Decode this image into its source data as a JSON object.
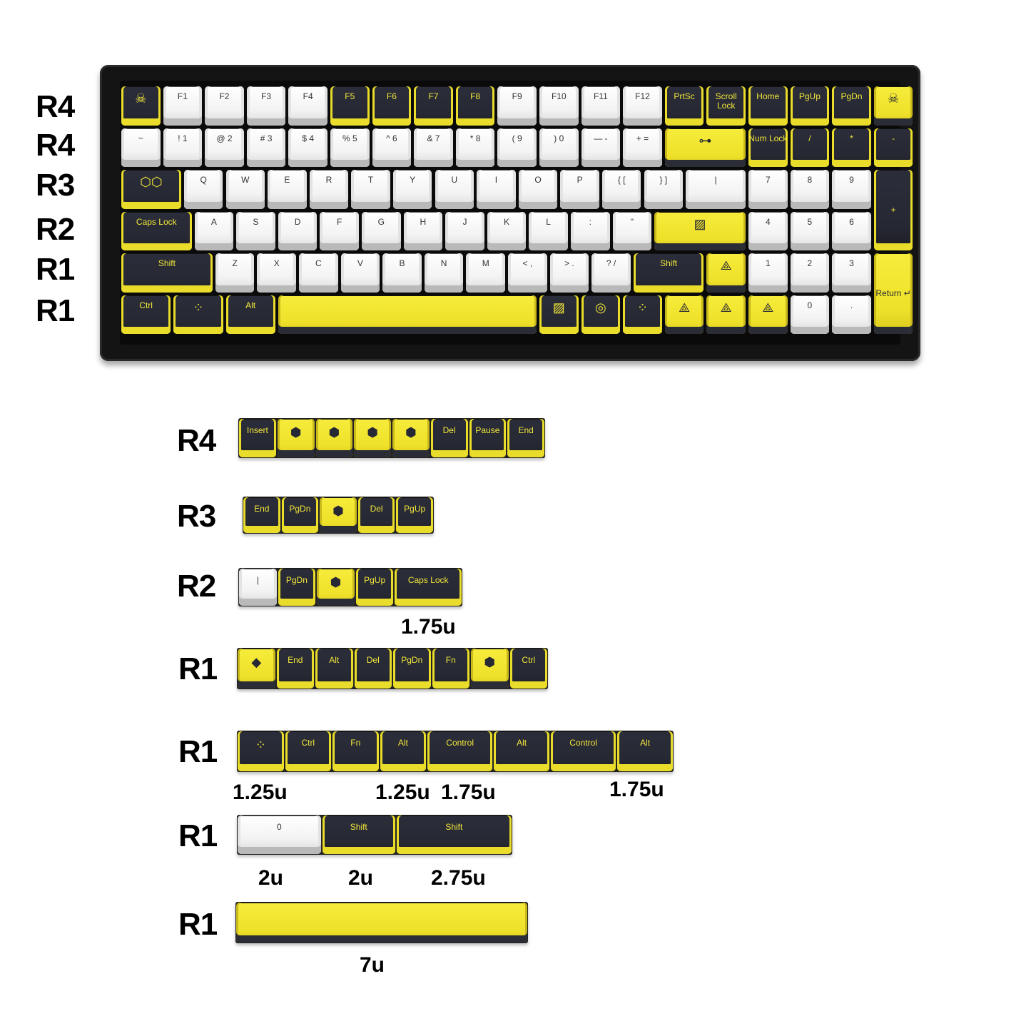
{
  "keyboard_rows": [
    "R4",
    "R4",
    "R3",
    "R2",
    "R1",
    "R1"
  ],
  "extra_rows": [
    "R4",
    "R3",
    "R2",
    "R1",
    "R1",
    "R1",
    "R1"
  ],
  "sizes": {
    "caps": "1.75u",
    "r1a": "1.25u",
    "r1b": "1.25u",
    "r1c": "1.75u",
    "r1d": "1.75u",
    "zero": "2u",
    "shift2": "2u",
    "shift275": "2.75u",
    "space": "7u"
  },
  "colors": {
    "yellow": "#efe12a",
    "navy": "#262833",
    "white": "#f3f3f3",
    "case": "#141414"
  },
  "keyboard_keys": [
    {
      "r": 0,
      "x": 0,
      "w": 1,
      "s": "d",
      "t": "skull-icon"
    },
    {
      "r": 0,
      "x": 1,
      "w": 1,
      "s": "w",
      "t": "F1"
    },
    {
      "r": 0,
      "x": 2,
      "w": 1,
      "s": "w",
      "t": "F2"
    },
    {
      "r": 0,
      "x": 3,
      "w": 1,
      "s": "w",
      "t": "F3"
    },
    {
      "r": 0,
      "x": 4,
      "w": 1,
      "s": "w",
      "t": "F4"
    },
    {
      "r": 0,
      "x": 5,
      "w": 1,
      "s": "d",
      "t": "F5"
    },
    {
      "r": 0,
      "x": 6,
      "w": 1,
      "s": "d",
      "t": "F6"
    },
    {
      "r": 0,
      "x": 7,
      "w": 1,
      "s": "d",
      "t": "F7"
    },
    {
      "r": 0,
      "x": 8,
      "w": 1,
      "s": "d",
      "t": "F8"
    },
    {
      "r": 0,
      "x": 9,
      "w": 1,
      "s": "w",
      "t": "F9"
    },
    {
      "r": 0,
      "x": 10,
      "w": 1,
      "s": "w",
      "t": "F10"
    },
    {
      "r": 0,
      "x": 11,
      "w": 1,
      "s": "w",
      "t": "F11"
    },
    {
      "r": 0,
      "x": 12,
      "w": 1,
      "s": "w",
      "t": "F12"
    },
    {
      "r": 0,
      "x": 13,
      "w": 1,
      "s": "d",
      "t": "PrtSc"
    },
    {
      "r": 0,
      "x": 14,
      "w": 1,
      "s": "d",
      "t": "Scroll Lock"
    },
    {
      "r": 0,
      "x": 15,
      "w": 1,
      "s": "d",
      "t": "Home"
    },
    {
      "r": 0,
      "x": 16,
      "w": 1,
      "s": "d",
      "t": "PgUp"
    },
    {
      "r": 0,
      "x": 17,
      "w": 1,
      "s": "d",
      "t": "PgDn"
    },
    {
      "r": 0,
      "x": 18,
      "w": 1,
      "s": "y",
      "t": "skull-icon"
    },
    {
      "r": 1,
      "x": 0,
      "w": 1,
      "s": "w",
      "t": "~"
    },
    {
      "r": 1,
      "x": 1,
      "w": 1,
      "s": "w",
      "t": "! 1"
    },
    {
      "r": 1,
      "x": 2,
      "w": 1,
      "s": "w",
      "t": "@ 2"
    },
    {
      "r": 1,
      "x": 3,
      "w": 1,
      "s": "w",
      "t": "# 3"
    },
    {
      "r": 1,
      "x": 4,
      "w": 1,
      "s": "w",
      "t": "$ 4"
    },
    {
      "r": 1,
      "x": 5,
      "w": 1,
      "s": "w",
      "t": "% 5"
    },
    {
      "r": 1,
      "x": 6,
      "w": 1,
      "s": "w",
      "t": "^ 6"
    },
    {
      "r": 1,
      "x": 7,
      "w": 1,
      "s": "w",
      "t": "& 7"
    },
    {
      "r": 1,
      "x": 8,
      "w": 1,
      "s": "w",
      "t": "* 8"
    },
    {
      "r": 1,
      "x": 9,
      "w": 1,
      "s": "w",
      "t": "( 9"
    },
    {
      "r": 1,
      "x": 10,
      "w": 1,
      "s": "w",
      "t": ") 0"
    },
    {
      "r": 1,
      "x": 11,
      "w": 1,
      "s": "w",
      "t": "— -"
    },
    {
      "r": 1,
      "x": 12,
      "w": 1,
      "s": "w",
      "t": "+ ="
    },
    {
      "r": 1,
      "x": 13,
      "w": 2,
      "s": "y",
      "t": "key-icon"
    },
    {
      "r": 1,
      "x": 15,
      "w": 1,
      "s": "d",
      "t": "Num Lock"
    },
    {
      "r": 1,
      "x": 16,
      "w": 1,
      "s": "d",
      "t": "/"
    },
    {
      "r": 1,
      "x": 17,
      "w": 1,
      "s": "d",
      "t": "*"
    },
    {
      "r": 1,
      "x": 18,
      "w": 1,
      "s": "d",
      "t": "-"
    },
    {
      "r": 2,
      "x": 0,
      "w": 1.5,
      "s": "d",
      "t": "hex-icon"
    },
    {
      "r": 2,
      "x": 1.5,
      "w": 1,
      "s": "w",
      "t": "Q"
    },
    {
      "r": 2,
      "x": 2.5,
      "w": 1,
      "s": "w",
      "t": "W"
    },
    {
      "r": 2,
      "x": 3.5,
      "w": 1,
      "s": "w",
      "t": "E"
    },
    {
      "r": 2,
      "x": 4.5,
      "w": 1,
      "s": "w",
      "t": "R"
    },
    {
      "r": 2,
      "x": 5.5,
      "w": 1,
      "s": "w",
      "t": "T"
    },
    {
      "r": 2,
      "x": 6.5,
      "w": 1,
      "s": "w",
      "t": "Y"
    },
    {
      "r": 2,
      "x": 7.5,
      "w": 1,
      "s": "w",
      "t": "U"
    },
    {
      "r": 2,
      "x": 8.5,
      "w": 1,
      "s": "w",
      "t": "I"
    },
    {
      "r": 2,
      "x": 9.5,
      "w": 1,
      "s": "w",
      "t": "O"
    },
    {
      "r": 2,
      "x": 10.5,
      "w": 1,
      "s": "w",
      "t": "P"
    },
    {
      "r": 2,
      "x": 11.5,
      "w": 1,
      "s": "w",
      "t": "{ ["
    },
    {
      "r": 2,
      "x": 12.5,
      "w": 1,
      "s": "w",
      "t": "} ]"
    },
    {
      "r": 2,
      "x": 13.5,
      "w": 1.5,
      "s": "w",
      "t": "|"
    },
    {
      "r": 2,
      "x": 15,
      "w": 1,
      "s": "w",
      "t": "7"
    },
    {
      "r": 2,
      "x": 16,
      "w": 1,
      "s": "w",
      "t": "8"
    },
    {
      "r": 2,
      "x": 17,
      "w": 1,
      "s": "w",
      "t": "9"
    },
    {
      "r": 3,
      "x": 0,
      "w": 1.75,
      "s": "d",
      "t": "Caps Lock"
    },
    {
      "r": 3,
      "x": 1.75,
      "w": 1,
      "s": "w",
      "t": "A"
    },
    {
      "r": 3,
      "x": 2.75,
      "w": 1,
      "s": "w",
      "t": "S"
    },
    {
      "r": 3,
      "x": 3.75,
      "w": 1,
      "s": "w",
      "t": "D"
    },
    {
      "r": 3,
      "x": 4.75,
      "w": 1,
      "s": "w",
      "t": "F"
    },
    {
      "r": 3,
      "x": 5.75,
      "w": 1,
      "s": "w",
      "t": "G"
    },
    {
      "r": 3,
      "x": 6.75,
      "w": 1,
      "s": "w",
      "t": "H"
    },
    {
      "r": 3,
      "x": 7.75,
      "w": 1,
      "s": "w",
      "t": "J"
    },
    {
      "r": 3,
      "x": 8.75,
      "w": 1,
      "s": "w",
      "t": "K"
    },
    {
      "r": 3,
      "x": 9.75,
      "w": 1,
      "s": "w",
      "t": "L"
    },
    {
      "r": 3,
      "x": 10.75,
      "w": 1,
      "s": "w",
      "t": ":"
    },
    {
      "r": 3,
      "x": 11.75,
      "w": 1,
      "s": "w",
      "t": "\""
    },
    {
      "r": 3,
      "x": 12.75,
      "w": 2.25,
      "s": "y",
      "t": "stripe-icon"
    },
    {
      "r": 3,
      "x": 15,
      "w": 1,
      "s": "w",
      "t": "4"
    },
    {
      "r": 3,
      "x": 16,
      "w": 1,
      "s": "w",
      "t": "5"
    },
    {
      "r": 3,
      "x": 17,
      "w": 1,
      "s": "w",
      "t": "6"
    },
    {
      "r": 4,
      "x": 0,
      "w": 2.25,
      "s": "d",
      "t": "Shift"
    },
    {
      "r": 4,
      "x": 2.25,
      "w": 1,
      "s": "w",
      "t": "Z"
    },
    {
      "r": 4,
      "x": 3.25,
      "w": 1,
      "s": "w",
      "t": "X"
    },
    {
      "r": 4,
      "x": 4.25,
      "w": 1,
      "s": "w",
      "t": "C"
    },
    {
      "r": 4,
      "x": 5.25,
      "w": 1,
      "s": "w",
      "t": "V"
    },
    {
      "r": 4,
      "x": 6.25,
      "w": 1,
      "s": "w",
      "t": "B"
    },
    {
      "r": 4,
      "x": 7.25,
      "w": 1,
      "s": "w",
      "t": "N"
    },
    {
      "r": 4,
      "x": 8.25,
      "w": 1,
      "s": "w",
      "t": "M"
    },
    {
      "r": 4,
      "x": 9.25,
      "w": 1,
      "s": "w",
      "t": "< ,"
    },
    {
      "r": 4,
      "x": 10.25,
      "w": 1,
      "s": "w",
      "t": "> ."
    },
    {
      "r": 4,
      "x": 11.25,
      "w": 1,
      "s": "w",
      "t": "? /"
    },
    {
      "r": 4,
      "x": 12.25,
      "w": 1.75,
      "s": "d",
      "t": "Shift"
    },
    {
      "r": 4,
      "x": 14,
      "w": 1,
      "s": "y",
      "t": "tri-icon"
    },
    {
      "r": 4,
      "x": 15,
      "w": 1,
      "s": "w",
      "t": "1"
    },
    {
      "r": 4,
      "x": 16,
      "w": 1,
      "s": "w",
      "t": "2"
    },
    {
      "r": 4,
      "x": 17,
      "w": 1,
      "s": "w",
      "t": "3"
    },
    {
      "r": 5,
      "x": 0,
      "w": 1.25,
      "s": "d",
      "t": "Ctrl"
    },
    {
      "r": 5,
      "x": 1.25,
      "w": 1.25,
      "s": "d",
      "t": "dots-icon"
    },
    {
      "r": 5,
      "x": 2.5,
      "w": 1.25,
      "s": "d",
      "t": "Alt"
    },
    {
      "r": 5,
      "x": 3.75,
      "w": 6.25,
      "s": "y",
      "t": ""
    },
    {
      "r": 5,
      "x": 10,
      "w": 1,
      "s": "d",
      "t": "stripe-icon"
    },
    {
      "r": 5,
      "x": 11,
      "w": 1,
      "s": "d",
      "t": "g-icon"
    },
    {
      "r": 5,
      "x": 12,
      "w": 1,
      "s": "d",
      "t": "dots-icon"
    },
    {
      "r": 5,
      "x": 13,
      "w": 1,
      "s": "y",
      "t": "tri-icon"
    },
    {
      "r": 5,
      "x": 14,
      "w": 1,
      "s": "y",
      "t": "tri-icon"
    },
    {
      "r": 5,
      "x": 15,
      "w": 1,
      "s": "y",
      "t": "tri-icon"
    },
    {
      "r": 5,
      "x": 16,
      "w": 1,
      "s": "w",
      "t": "0"
    },
    {
      "r": 5,
      "x": 17,
      "w": 1,
      "s": "w",
      "t": "."
    },
    {
      "r": 2,
      "x": 18,
      "w": 1,
      "h": 2,
      "s": "d",
      "t": "+"
    },
    {
      "r": 4,
      "x": 18,
      "w": 1,
      "h": 2,
      "s": "y",
      "t": "Return ↵"
    }
  ],
  "extra_keys": [
    [
      {
        "w": 1,
        "s": "d",
        "t": "Insert"
      },
      {
        "w": 1,
        "s": "y",
        "t": "hexc-icon"
      },
      {
        "w": 1,
        "s": "y",
        "t": "hexc-icon"
      },
      {
        "w": 1,
        "s": "y",
        "t": "hexc-icon"
      },
      {
        "w": 1,
        "s": "y",
        "t": "hexc-icon"
      },
      {
        "w": 1,
        "s": "d",
        "t": "Del"
      },
      {
        "w": 1,
        "s": "d",
        "t": "Pause"
      },
      {
        "w": 1,
        "s": "d",
        "t": "End"
      }
    ],
    [
      {
        "w": 1,
        "s": "d",
        "t": "End"
      },
      {
        "w": 1,
        "s": "d",
        "t": "PgDn"
      },
      {
        "w": 1,
        "s": "y",
        "t": "hexc-icon"
      },
      {
        "w": 1,
        "s": "d",
        "t": "Del"
      },
      {
        "w": 1,
        "s": "d",
        "t": "PgUp"
      }
    ],
    [
      {
        "w": 1,
        "s": "w",
        "t": "|"
      },
      {
        "w": 1,
        "s": "d",
        "t": "PgDn"
      },
      {
        "w": 1,
        "s": "y",
        "t": "hexc-icon"
      },
      {
        "w": 1,
        "s": "d",
        "t": "PgUp"
      },
      {
        "w": 1.75,
        "s": "d",
        "t": "Caps Lock"
      }
    ],
    [
      {
        "w": 1,
        "s": "y",
        "t": "gem-icon"
      },
      {
        "w": 1,
        "s": "d",
        "t": "End"
      },
      {
        "w": 1,
        "s": "d",
        "t": "Alt"
      },
      {
        "w": 1,
        "s": "d",
        "t": "Del"
      },
      {
        "w": 1,
        "s": "d",
        "t": "PgDn"
      },
      {
        "w": 1,
        "s": "d",
        "t": "Fn"
      },
      {
        "w": 1,
        "s": "y",
        "t": "hexc-icon"
      },
      {
        "w": 1,
        "s": "d",
        "t": "Ctrl"
      }
    ],
    [
      {
        "w": 1.25,
        "s": "d",
        "t": "dots-icon"
      },
      {
        "w": 1.25,
        "s": "d",
        "t": "Ctrl"
      },
      {
        "w": 1.25,
        "s": "d",
        "t": "Fn"
      },
      {
        "w": 1.25,
        "s": "d",
        "t": "Alt"
      },
      {
        "w": 1.75,
        "s": "d",
        "t": "Control"
      },
      {
        "w": 1.5,
        "s": "d",
        "t": "Alt"
      },
      {
        "w": 1.75,
        "s": "d",
        "t": "Control"
      },
      {
        "w": 1.5,
        "s": "d",
        "t": "Alt"
      }
    ],
    [
      {
        "w": 2,
        "s": "w",
        "t": "0"
      },
      {
        "w": 1.75,
        "s": "d",
        "t": "Shift"
      },
      {
        "w": 2.75,
        "s": "d",
        "t": "Shift"
      }
    ],
    [
      {
        "w": 7,
        "s": "y",
        "t": ""
      }
    ]
  ]
}
